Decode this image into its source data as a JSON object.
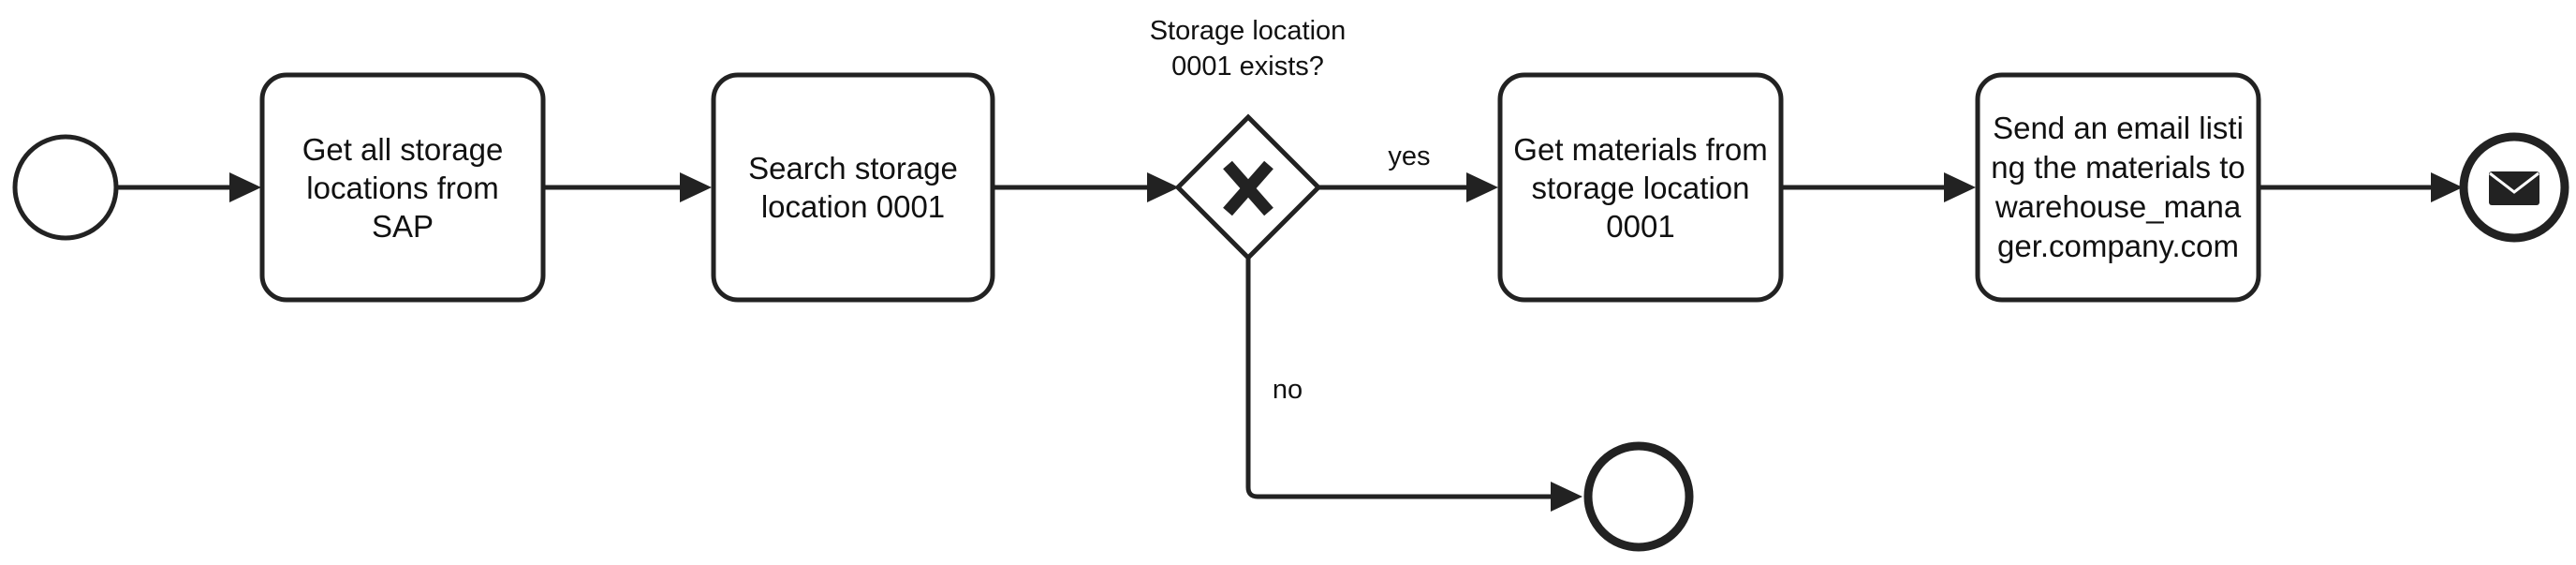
{
  "diagram": {
    "tasks": [
      {
        "label": "Get all storage locations from SAP"
      },
      {
        "label": "Search storage location 0001"
      },
      {
        "label": "Get materials from storage location 0001"
      },
      {
        "label": "Send an email listing the materials to warehouse_manager.company.com"
      }
    ],
    "gateway": {
      "question": "Storage location 0001 exists?",
      "marker": "X"
    },
    "flows": {
      "yes_label": "yes",
      "no_label": "no"
    },
    "events": {
      "start": "start event",
      "end_plain": "end event",
      "end_message": "message end event"
    },
    "icons": {
      "gateway_marker": "x-icon",
      "message_end": "envelope-icon"
    }
  }
}
